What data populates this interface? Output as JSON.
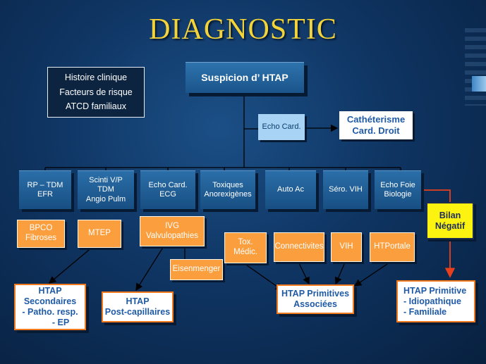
{
  "title": "DIAGNOSTIC",
  "history_box": [
    "Histoire clinique",
    "Facteurs de risque",
    "ATCD familiaux"
  ],
  "suspicion": "Suspicion d’ HTAP",
  "echo_card": "Echo Card.",
  "catheterisme": [
    "Cathéterisme",
    "Card. Droit"
  ],
  "exams": [
    [
      "RP – TDM",
      "EFR"
    ],
    [
      "Scinti V/P",
      "TDM",
      "Angio Pulm"
    ],
    [
      "Echo Card.",
      "ECG"
    ],
    [
      "Toxiques",
      "Anorexigènes"
    ],
    [
      "Auto Ac"
    ],
    [
      "Séro. VIH"
    ],
    [
      "Echo Foie",
      "Biologie"
    ]
  ],
  "findings": {
    "bpco": [
      "BPCO",
      "Fibroses"
    ],
    "mtep": "MTEP",
    "ivg": [
      "IVG",
      "Valvulopathies"
    ],
    "eisenmenger": "Eisenmenger",
    "tox": [
      "Tox.",
      "Médic."
    ],
    "connectivites": "Connectivites",
    "vih": "VIH",
    "htportale": "HTPortale"
  },
  "bilan": [
    "Bilan",
    "Négatif"
  ],
  "results": {
    "secondaires": [
      "HTAP",
      "Secondaires",
      "- Patho. resp.",
      "- EP"
    ],
    "post_capillaires": [
      "HTAP",
      "Post-capillaires"
    ],
    "primitives_associees": [
      "HTAP Primitives",
      "Associées"
    ],
    "primitive": [
      "HTAP Primitive",
      "- Idiopathique",
      "- Familiale"
    ]
  },
  "colors": {
    "title": "#f2d33a",
    "orange": "#fb9e3e",
    "result_border": "#f07a1d",
    "bilan": "#fdf311",
    "connector_red": "#e8401c"
  }
}
